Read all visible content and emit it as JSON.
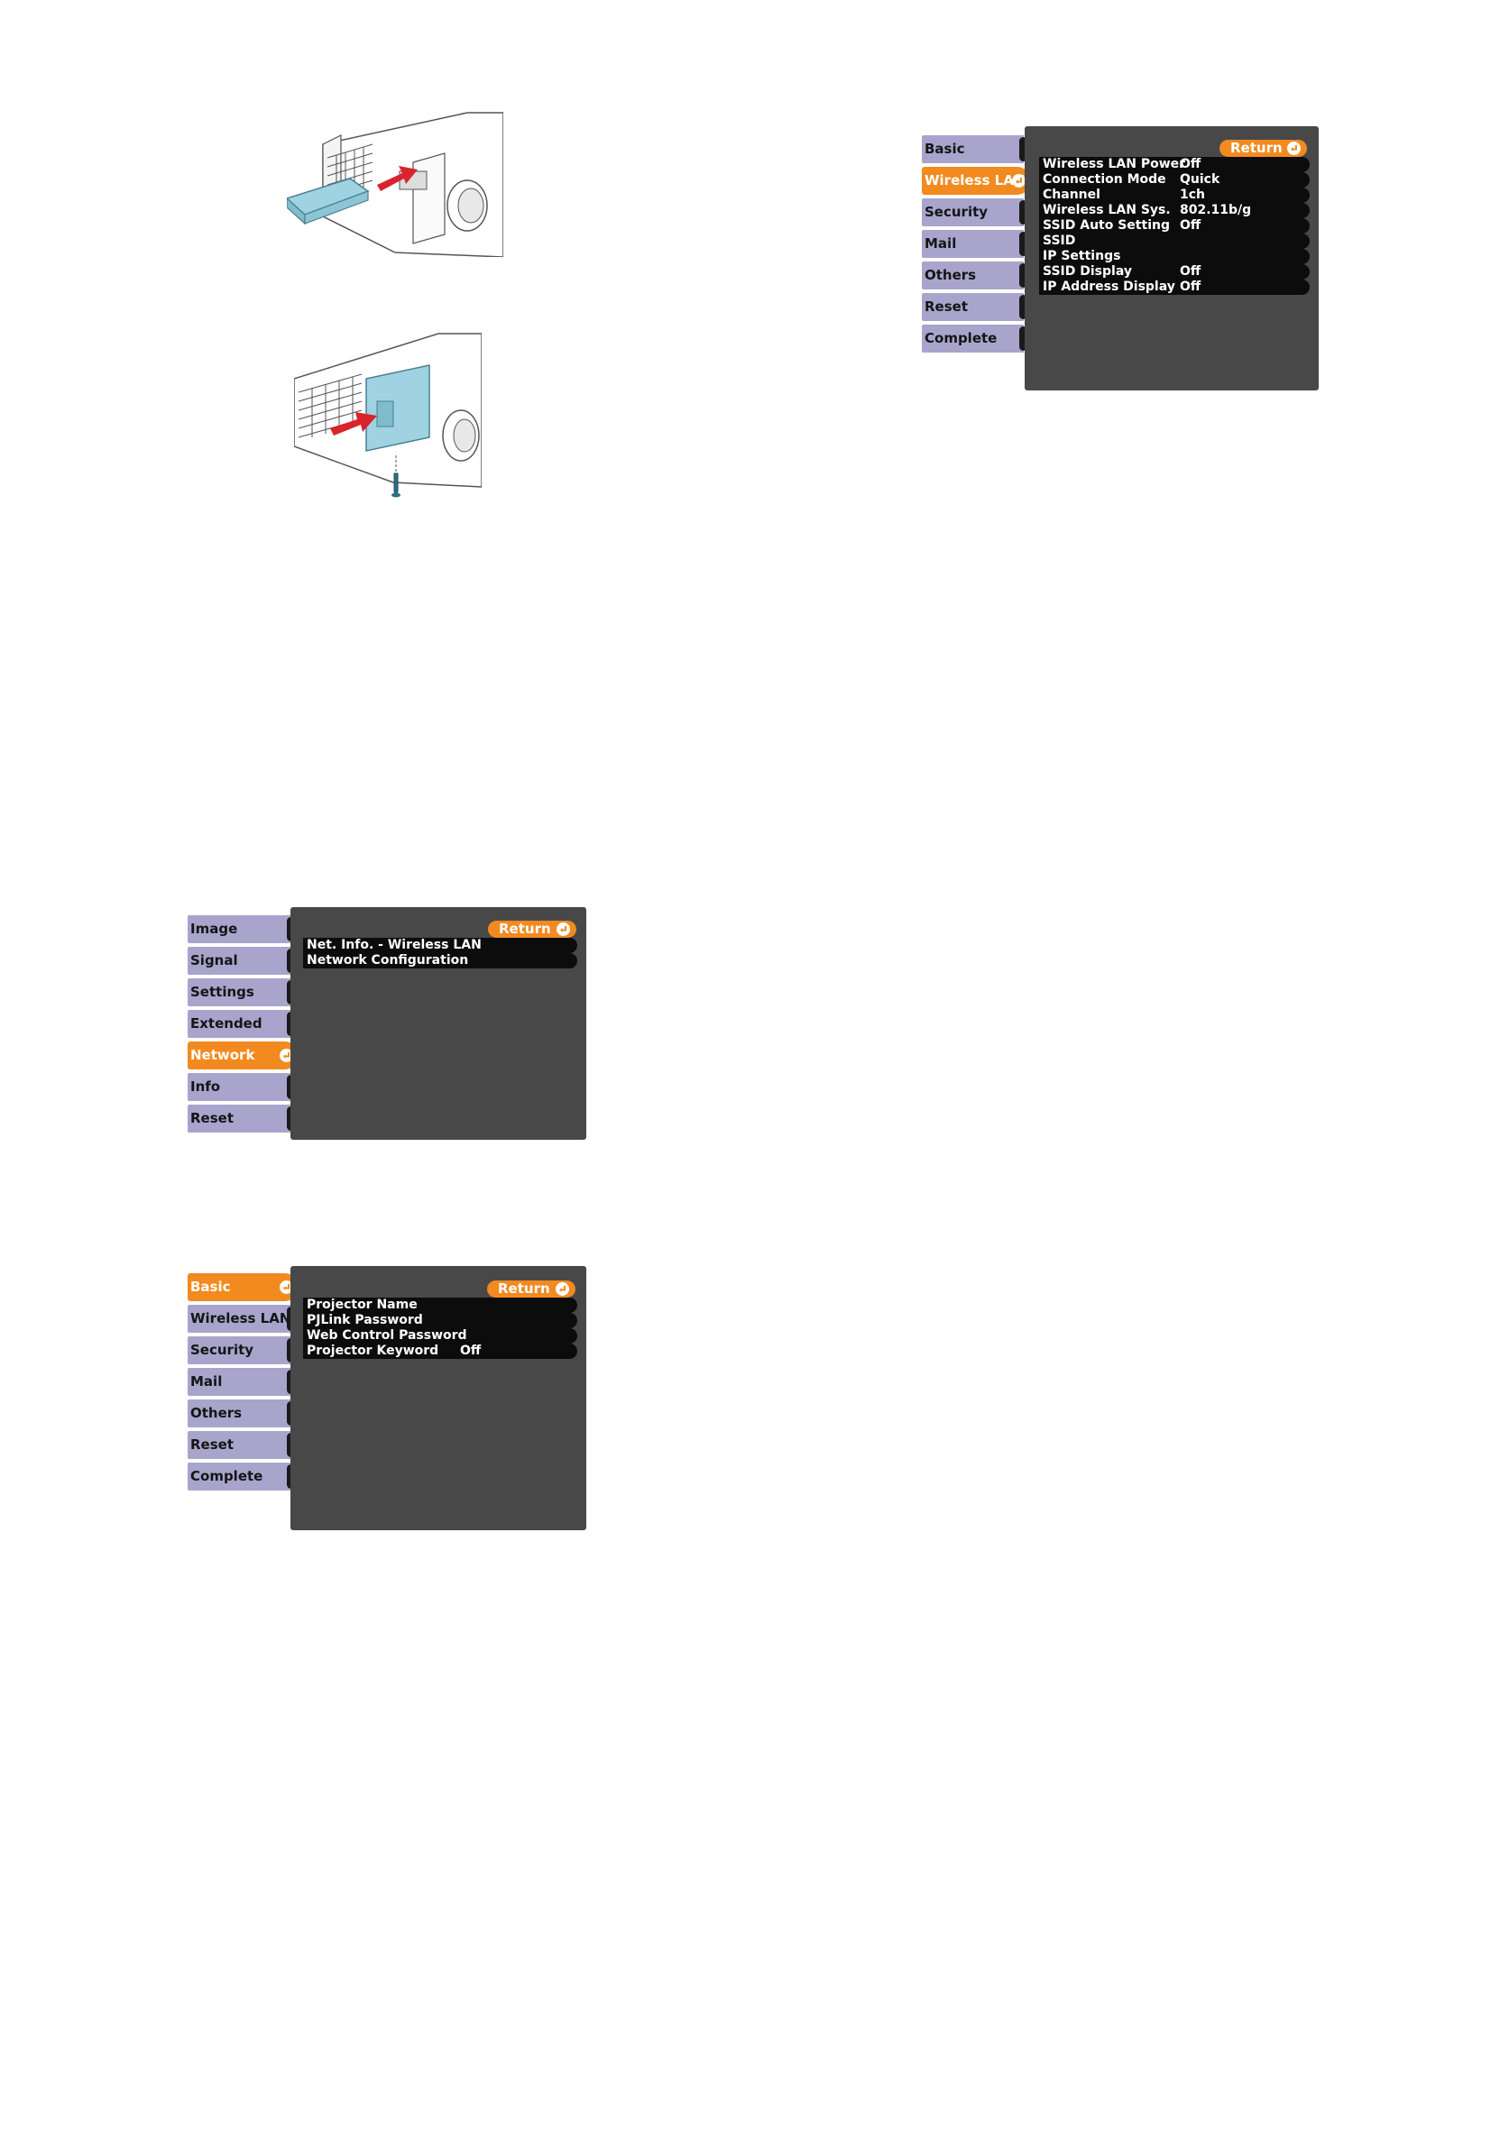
{
  "illustrations": {
    "insert_module": "wireless-lan-module-insert",
    "attach_cover": "wireless-lan-cover-attach"
  },
  "wireless_menu": {
    "tabs": [
      "Basic",
      "Wireless LAN",
      "Security",
      "Mail",
      "Others",
      "Reset",
      "Complete"
    ],
    "active_tab": "Wireless LAN",
    "return_label": "Return",
    "rows": [
      {
        "label": "Wireless LAN Power",
        "value": "Off"
      },
      {
        "label": "Connection Mode",
        "value": "Quick"
      },
      {
        "label": "Channel",
        "value": "1ch"
      },
      {
        "label": "Wireless LAN Sys.",
        "value": "802.11b/g"
      },
      {
        "label": "SSID Auto Setting",
        "value": "Off"
      },
      {
        "label": "SSID",
        "value": ""
      },
      {
        "label": "IP Settings",
        "value": ""
      },
      {
        "label": "SSID Display",
        "value": "Off"
      },
      {
        "label": "IP Address Display",
        "value": "Off"
      }
    ]
  },
  "network_menu": {
    "tabs": [
      "Image",
      "Signal",
      "Settings",
      "Extended",
      "Network",
      "Info",
      "Reset"
    ],
    "active_tab": "Network",
    "return_label": "Return",
    "rows": [
      {
        "label": "Net. Info. - Wireless LAN",
        "value": ""
      },
      {
        "label": "Network Configuration",
        "value": ""
      }
    ]
  },
  "basic_menu": {
    "tabs": [
      "Basic",
      "Wireless LAN",
      "Security",
      "Mail",
      "Others",
      "Reset",
      "Complete"
    ],
    "active_tab": "Basic",
    "return_label": "Return",
    "rows": [
      {
        "label": "Projector Name",
        "value": ""
      },
      {
        "label": "PJLink Password",
        "value": ""
      },
      {
        "label": "Web Control Password",
        "value": ""
      },
      {
        "label": "Projector Keyword",
        "value": "Off"
      }
    ]
  }
}
